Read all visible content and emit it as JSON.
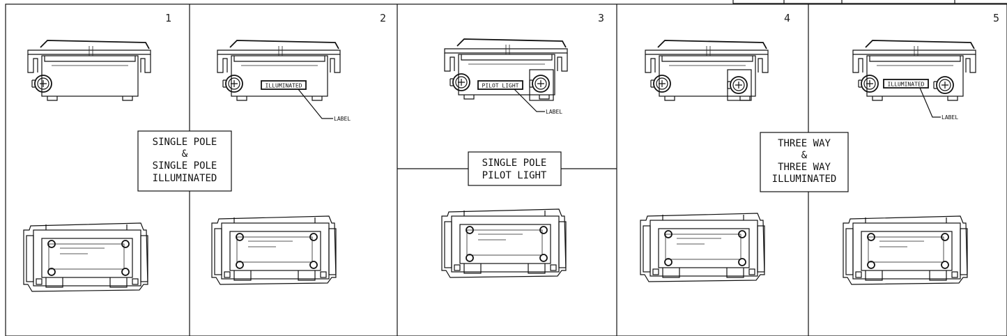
{
  "panels": [
    {
      "number": "1"
    },
    {
      "number": "2",
      "badge": "ILLUMINATED",
      "callout": "LABEL"
    },
    {
      "number": "3",
      "badge": "PILOT LIGHT",
      "callout": "LABEL"
    },
    {
      "number": "4"
    },
    {
      "number": "5",
      "badge": "ILLUMINATED",
      "callout": "LABEL"
    }
  ],
  "group_labels": [
    {
      "lines": [
        "SINGLE POLE",
        "&",
        "SINGLE POLE",
        "ILLUMINATED"
      ]
    },
    {
      "lines": [
        "SINGLE POLE",
        "PILOT LIGHT"
      ]
    },
    {
      "lines": [
        "THREE WAY",
        "&",
        "THREE WAY",
        "ILLUMINATED"
      ]
    }
  ]
}
